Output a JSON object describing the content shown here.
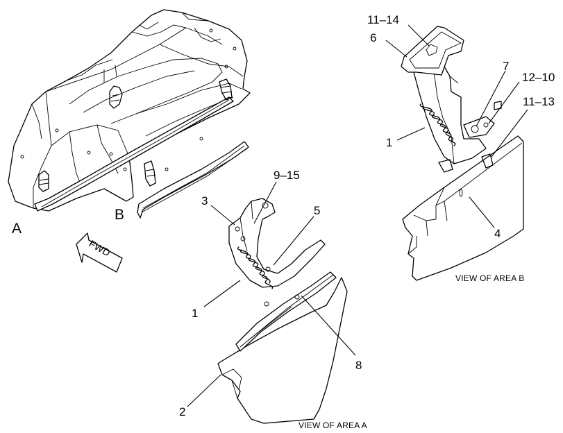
{
  "overview": {
    "area_a_letter": "A",
    "area_b_letter": "B",
    "fwd_label": "FWD"
  },
  "view_a": {
    "caption": "VIEW OF AREA  A",
    "callouts": [
      "3",
      "9–15",
      "5",
      "1",
      "8",
      "2"
    ]
  },
  "view_b": {
    "caption": "VIEW OF AREA B",
    "callouts": [
      "11–14",
      "6",
      "7",
      "12–10",
      "11–13",
      "1",
      "4"
    ]
  },
  "colors": {
    "line": "#000000",
    "background": "#ffffff"
  }
}
